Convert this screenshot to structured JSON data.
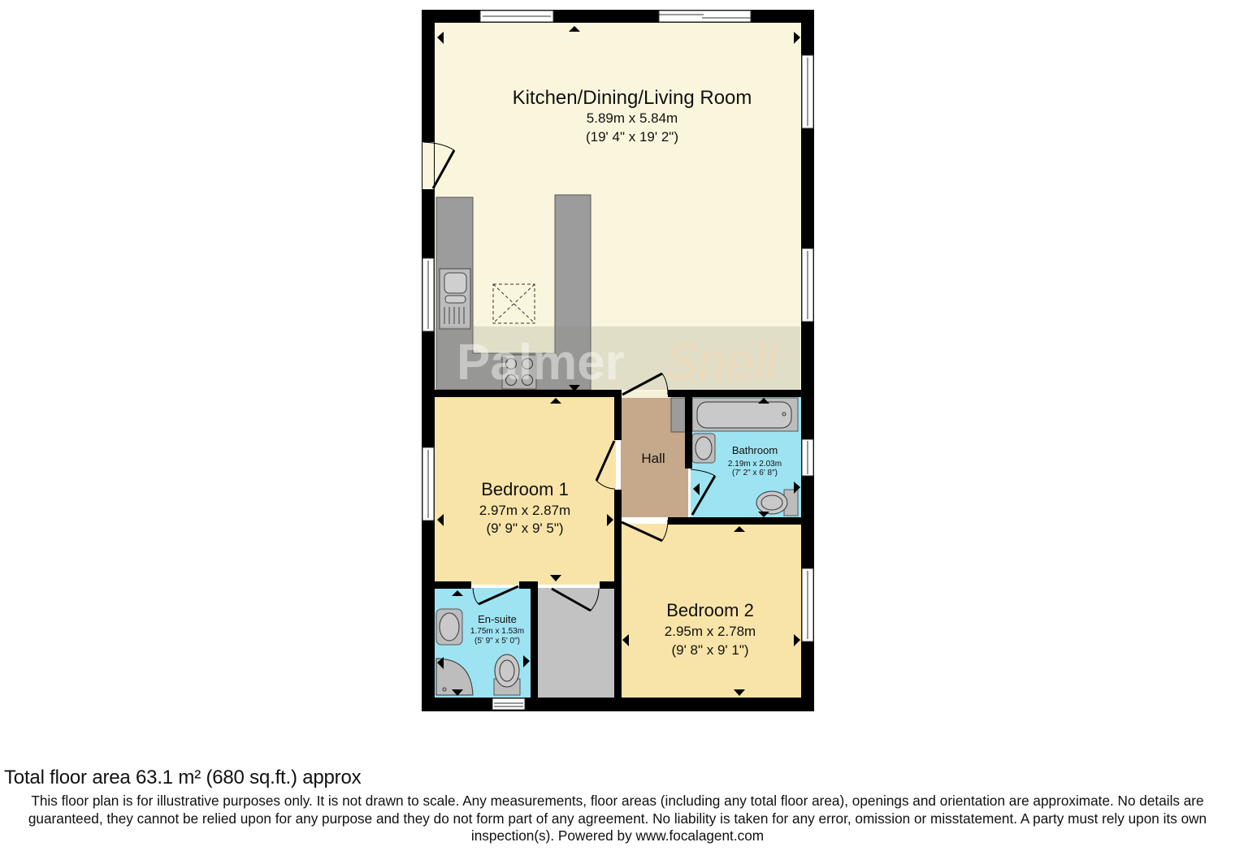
{
  "plan": {
    "colors": {
      "wall": "#000000",
      "kitchen_fill": "#faf6dd",
      "bedroom_fill": "#f8e4a8",
      "hall_fill": "#c6a98a",
      "bathroom_fill": "#9ee3f2",
      "cupboard_fill": "#c2c2c2",
      "worktop_fill": "#9c9c9c",
      "watermark_band": "#b9b9b0"
    },
    "watermark": {
      "part1": "Palmer",
      "part2": "Snell"
    },
    "rooms": [
      {
        "id": "kitchen",
        "name": "Kitchen/Dining/Living Room",
        "metric": "5.89m x 5.84m",
        "imperial": "(19' 4\" x 19' 2\")"
      },
      {
        "id": "bedroom1",
        "name": "Bedroom 1",
        "metric": "2.97m x 2.87m",
        "imperial": "(9' 9\" x 9' 5\")"
      },
      {
        "id": "hall",
        "name": "Hall"
      },
      {
        "id": "bathroom",
        "name": "Bathroom",
        "metric": "2.19m x 2.03m",
        "imperial": "(7' 2\" x 6' 8\")"
      },
      {
        "id": "ensuite",
        "name": "En-suite",
        "metric": "1.75m x 1.53m",
        "imperial": "(5' 9\" x 5' 0\")"
      },
      {
        "id": "bedroom2",
        "name": "Bedroom 2",
        "metric": "2.95m x 2.78m",
        "imperial": "(9' 8\" x 9' 1\")"
      }
    ]
  },
  "footer": {
    "total_area": "Total floor area 63.1 m² (680 sq.ft.) approx",
    "disclaimer": "This floor plan is for illustrative purposes only. It is not drawn to scale. Any measurements, floor areas (including any total floor area), openings and orientation are approximate. No details are guaranteed, they cannot be relied upon for any purpose and they do not form part of any agreement. No liability is taken for any error, omission or misstatement. A party must rely upon its own inspection(s). Powered by www.focalagent.com"
  }
}
